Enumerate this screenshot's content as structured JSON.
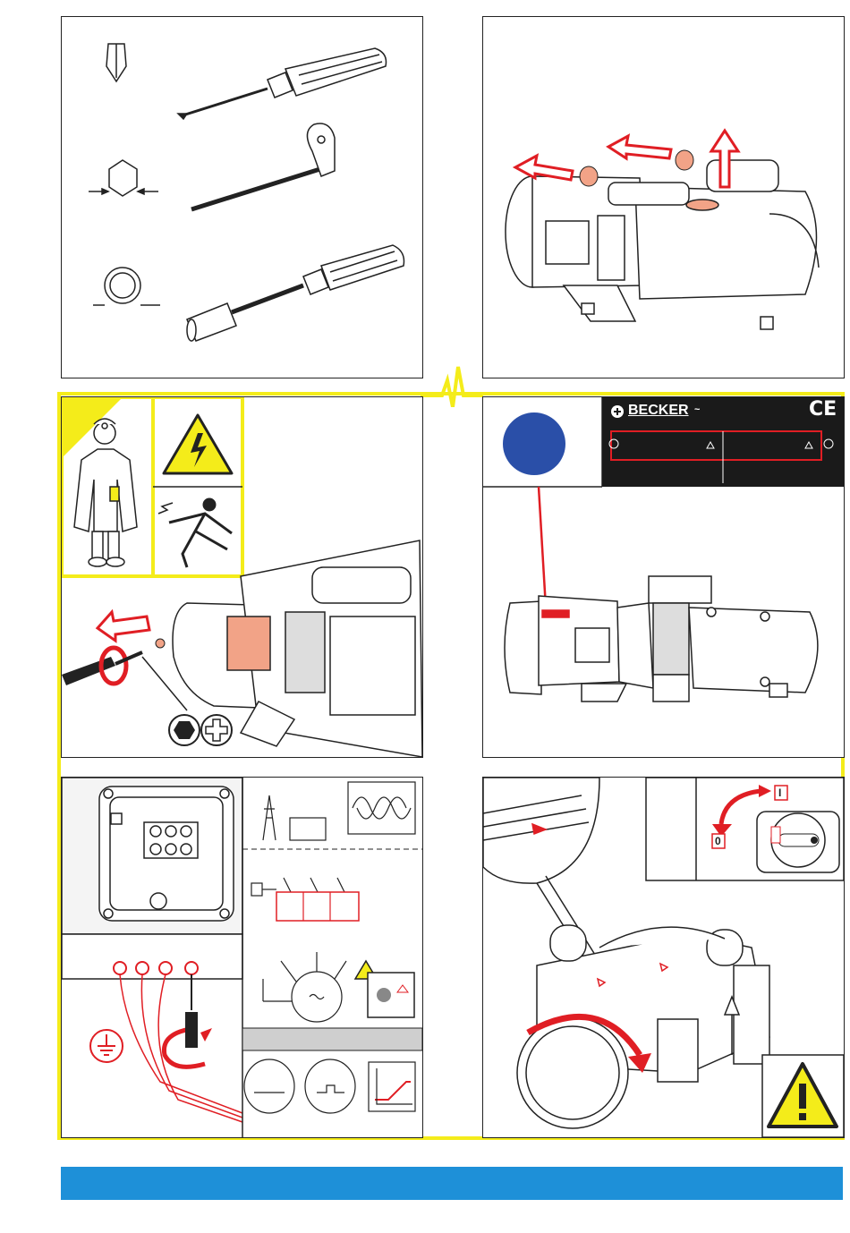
{
  "colors": {
    "accent_red": "#e01e24",
    "warning_yellow": "#f4ec1a",
    "footer_blue": "#1e90d8",
    "dot_blue": "#2a4fa8",
    "plate_black": "#1a1a1a",
    "salmon": "#f2a387"
  },
  "nameplate": {
    "brand": "BECKER",
    "tilde": "~",
    "ce_mark": "CE"
  },
  "switch": {
    "on_label": "I",
    "off_label": "0"
  },
  "icons": [
    "phillips-screwdriver-icon",
    "hex-key-icon",
    "socket-wrench-icon",
    "high-voltage-warning-icon",
    "electric-shock-icon",
    "general-warning-icon",
    "ground-symbol-icon",
    "rotation-direction-icon",
    "hex-bit-icon",
    "phillips-bit-icon"
  ]
}
